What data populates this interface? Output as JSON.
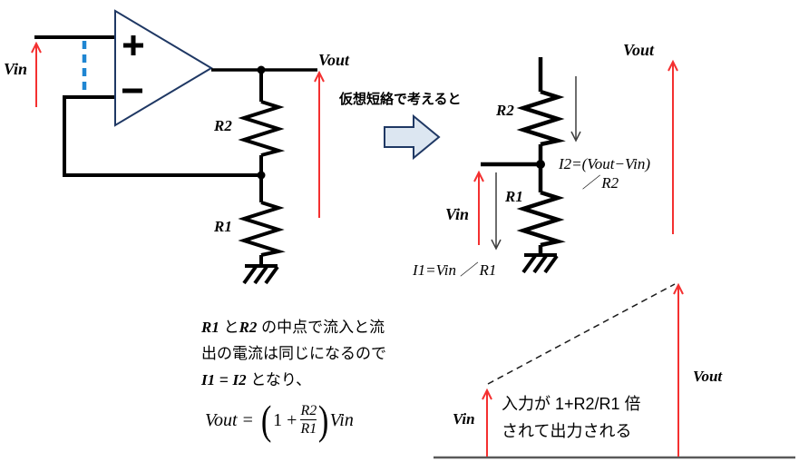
{
  "left_circuit": {
    "vin_label": "Vin",
    "vout_label": "Vout",
    "r2_label": "R2",
    "r1_label": "R1"
  },
  "transition": {
    "caption": "仮想短絡で考えると"
  },
  "right_circuit": {
    "vin_label": "Vin",
    "vout_label": "Vout",
    "r2_label": "R2",
    "r1_label": "R1",
    "i2_line1": "I2=(Vout−Vin)",
    "i2_line2": "／ R2",
    "i1_text": "I1=Vin ／ R1"
  },
  "explanation": {
    "l1a": "R1",
    "l1b": " と",
    "l1c": "R2",
    "l1d": " の中点で流入と流",
    "l2": "出の電流は同じになるので",
    "l3a": "I1",
    "l3b": " = ",
    "l3c": "I2",
    "l3d": " となり、",
    "formula": {
      "lhs": "Vout",
      "eq": "=",
      "open": "(",
      "one_plus": "1 +",
      "num": "R2",
      "den": "R1",
      "close": ")",
      "rhs": "Vin"
    }
  },
  "graph": {
    "vin_label": "Vin",
    "vout_label": "Vout",
    "caption_line1": "入力が 1+R2/R1 倍",
    "caption_line2": "されて出力される"
  },
  "colors": {
    "wire": "#000000",
    "opamp_stroke": "#1f3864",
    "arrow_red": "#f43030",
    "virtual_short_blue": "#1f86d2",
    "block_arrow_fill": "#dce6f1",
    "current_arrow_gray": "#3d3d3d",
    "baseline_gray": "#5a5a5a"
  }
}
